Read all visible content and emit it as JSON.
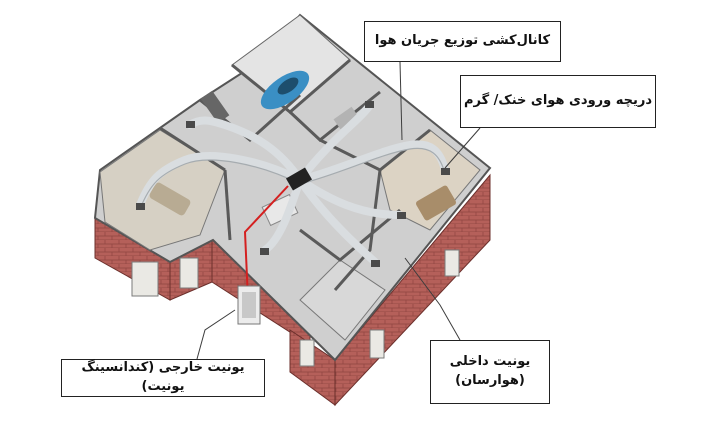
{
  "labels": {
    "duct": "کانال‌کشی توزیع جریان هوا",
    "vent": "دریچه ورودی هوای خنک/ گرم",
    "indoor_line1": "یونیت داخلی",
    "indoor_line2": "(هوارسان)",
    "outdoor": "یونیت خارجی (کندانسینگ یونیت)"
  },
  "colors": {
    "brick": "#b5605a",
    "floor": "#cfcfcf",
    "wall": "#f2f2f2",
    "duct": "#d9dde0",
    "car": "#3a8fc4",
    "pipe": "#d42020"
  }
}
